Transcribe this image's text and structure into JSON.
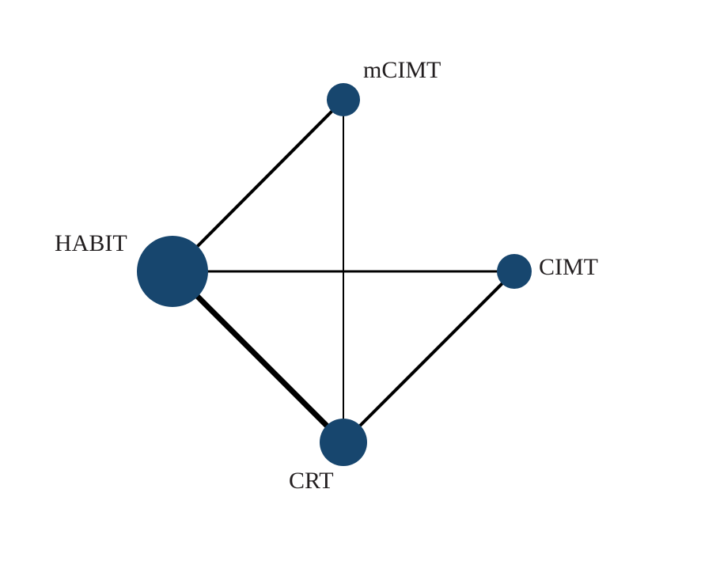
{
  "network": {
    "nodes": [
      {
        "id": "HABIT",
        "label": "HABIT"
      },
      {
        "id": "mCIMT",
        "label": "mCIMT"
      },
      {
        "id": "CIMT",
        "label": "CIMT"
      },
      {
        "id": "CRT",
        "label": "CRT"
      }
    ],
    "edges": [
      {
        "from": "HABIT",
        "to": "mCIMT",
        "weight": "medium"
      },
      {
        "from": "HABIT",
        "to": "CIMT",
        "weight": "thin"
      },
      {
        "from": "HABIT",
        "to": "CRT",
        "weight": "thick"
      },
      {
        "from": "mCIMT",
        "to": "CRT",
        "weight": "thinnest"
      },
      {
        "from": "CIMT",
        "to": "CRT",
        "weight": "medium"
      }
    ],
    "colors": {
      "node": "#17466e",
      "edge": "#000000",
      "label": "#231f20"
    }
  }
}
